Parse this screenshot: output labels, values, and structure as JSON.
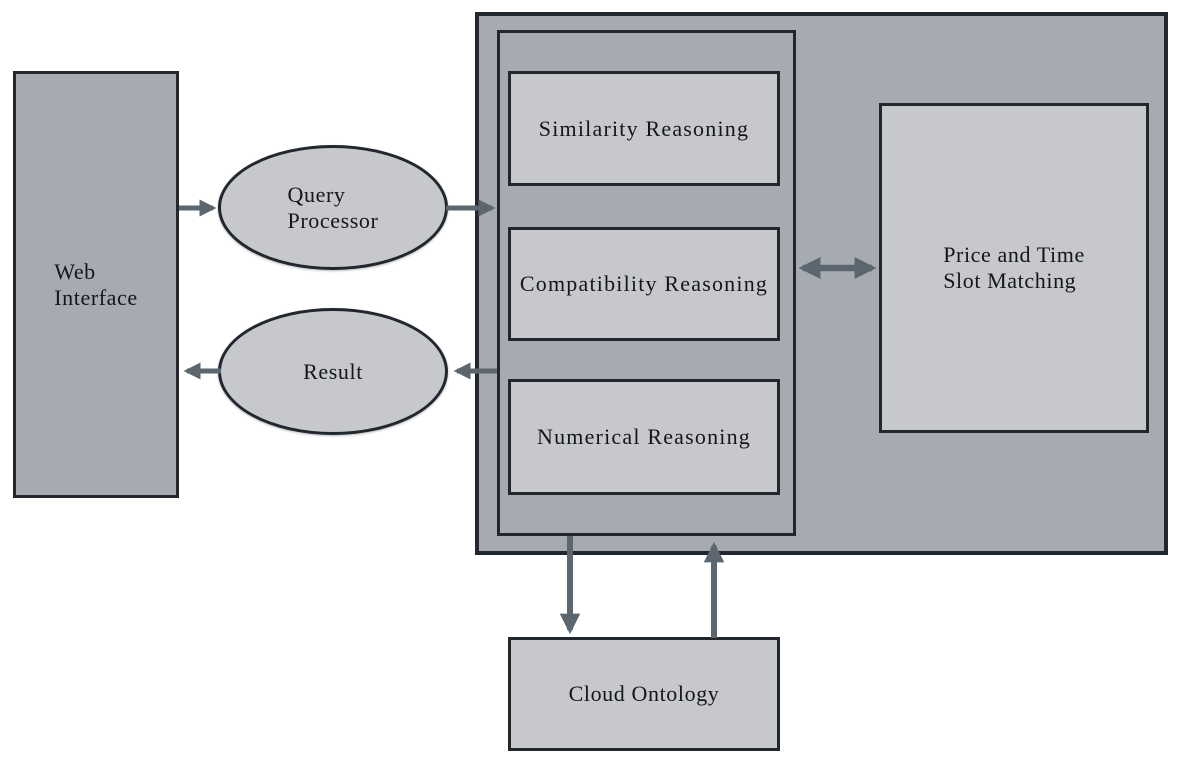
{
  "diagram": {
    "kind": "architecture-block-diagram",
    "background": "#ffffff"
  },
  "colors": {
    "container_fill": "#a6abb1",
    "node_fill": "#c6c8cb",
    "border": "#22272e",
    "arrow": "#5c666f",
    "text": "#141619"
  },
  "nodes": {
    "web_interface": {
      "lines": [
        "Web",
        "Interface"
      ]
    },
    "query_processor": {
      "lines": [
        "Query",
        "Processor"
      ]
    },
    "result": {
      "label": "Result"
    },
    "similarity_reasoning": {
      "label": "Similarity Reasoning"
    },
    "compatibility_reasoning": {
      "label": "Compatibility Reasoning"
    },
    "numerical_reasoning": {
      "label": "Numerical Reasoning"
    },
    "price_time_matching": {
      "lines": [
        "Price and Time",
        "Slot Matching"
      ]
    },
    "cloud_ontology": {
      "label": "Cloud Ontology"
    }
  },
  "edges": [
    {
      "from": "web_interface",
      "to": "query_processor",
      "direction": "right"
    },
    {
      "from": "query_processor",
      "to": "reasoning_module",
      "direction": "right"
    },
    {
      "from": "reasoning_module",
      "to": "result",
      "direction": "left"
    },
    {
      "from": "result",
      "to": "web_interface",
      "direction": "left"
    },
    {
      "from": "reasoning_module",
      "to": "price_time_matching",
      "direction": "both"
    },
    {
      "from": "reasoning_module",
      "to": "cloud_ontology",
      "direction": "down"
    },
    {
      "from": "cloud_ontology",
      "to": "reasoning_module",
      "direction": "up"
    }
  ]
}
